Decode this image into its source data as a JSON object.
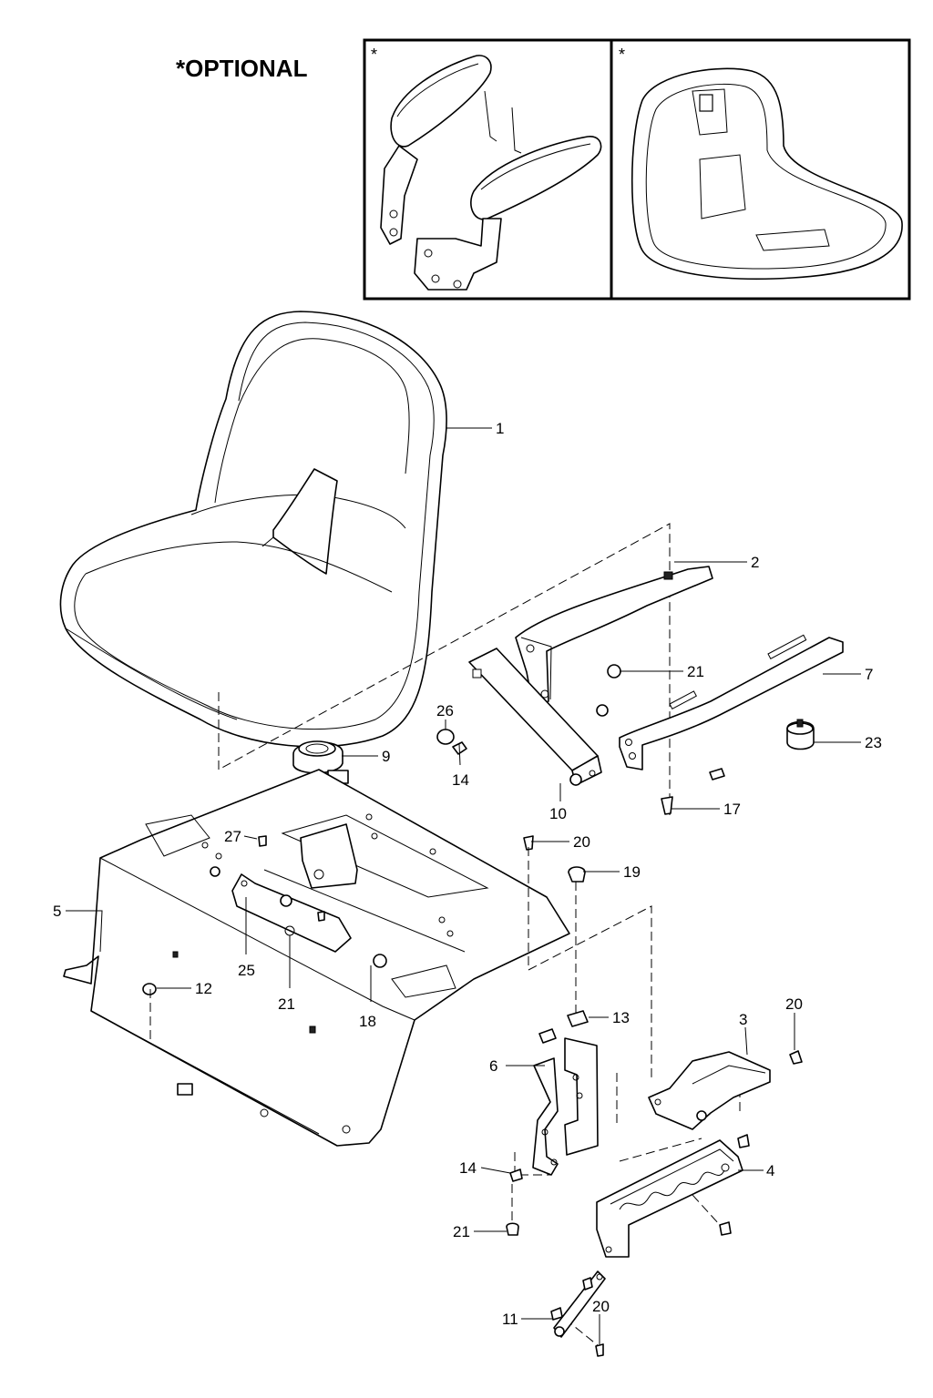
{
  "header": {
    "optional_note": "*OPTIONAL"
  },
  "inset_panels": [
    {
      "marker": "*",
      "content": "armrests"
    },
    {
      "marker": "*",
      "content": "optional-seat"
    }
  ],
  "callouts": [
    {
      "id": "c1",
      "label": "1"
    },
    {
      "id": "c2",
      "label": "2"
    },
    {
      "id": "c21a",
      "label": "21"
    },
    {
      "id": "c7",
      "label": "7"
    },
    {
      "id": "c26",
      "label": "26"
    },
    {
      "id": "c14a",
      "label": "14"
    },
    {
      "id": "c23",
      "label": "23"
    },
    {
      "id": "c9",
      "label": "9"
    },
    {
      "id": "c10",
      "label": "10"
    },
    {
      "id": "c17",
      "label": "17"
    },
    {
      "id": "c27",
      "label": "27"
    },
    {
      "id": "c20a",
      "label": "20"
    },
    {
      "id": "c19",
      "label": "19"
    },
    {
      "id": "c5",
      "label": "5"
    },
    {
      "id": "c25",
      "label": "25"
    },
    {
      "id": "c12",
      "label": "12"
    },
    {
      "id": "c21b",
      "label": "21"
    },
    {
      "id": "c18",
      "label": "18"
    },
    {
      "id": "c13",
      "label": "13"
    },
    {
      "id": "c3",
      "label": "3"
    },
    {
      "id": "c20b",
      "label": "20"
    },
    {
      "id": "c6",
      "label": "6"
    },
    {
      "id": "c14b",
      "label": "14"
    },
    {
      "id": "c4",
      "label": "4"
    },
    {
      "id": "c21c",
      "label": "21"
    },
    {
      "id": "c11",
      "label": "11"
    },
    {
      "id": "c20c",
      "label": "20"
    }
  ]
}
